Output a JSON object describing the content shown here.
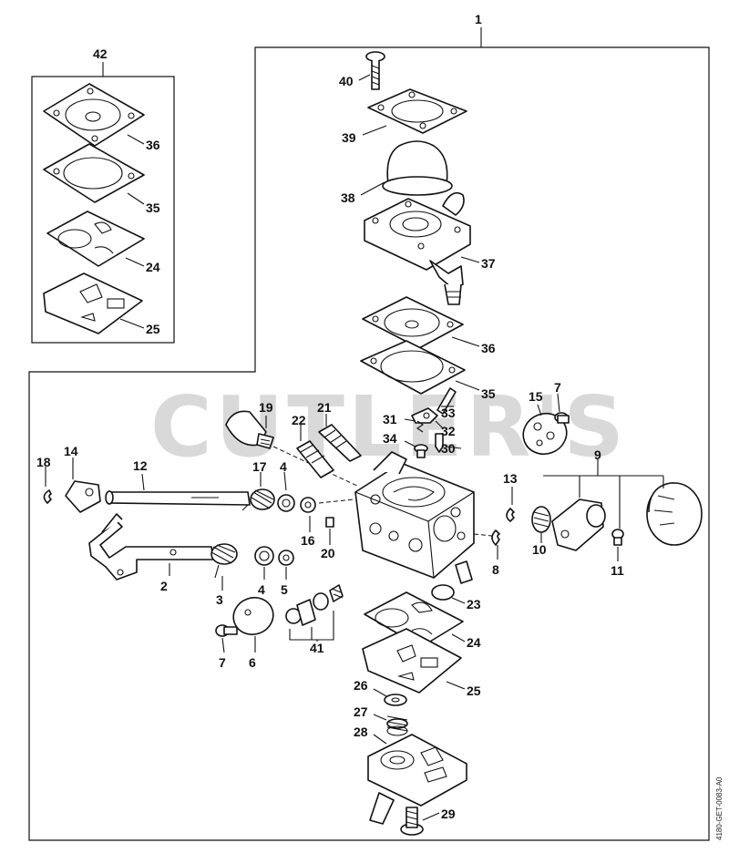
{
  "watermark": "CUTLER'S",
  "drawing_code": "4180-GET-0083-A0",
  "callouts": {
    "assembly": "1",
    "kit": "42",
    "kit_36": "36",
    "kit_35": "35",
    "kit_24": "24",
    "kit_25": "25",
    "p40": "40",
    "p39": "39",
    "p38": "38",
    "p37": "37",
    "p36": "36",
    "p35": "35",
    "p33": "33",
    "p32": "32",
    "p31": "31",
    "p30": "30",
    "p34": "34",
    "p15": "15",
    "p7a": "7",
    "p9": "9",
    "p13": "13",
    "p10": "10",
    "p11": "11",
    "p8": "8",
    "p19": "19",
    "p21": "21",
    "p22": "22",
    "p17": "17",
    "p4a": "4",
    "p12": "12",
    "p14": "14",
    "p18": "18",
    "p16": "16",
    "p20": "20",
    "p2": "2",
    "p3": "3",
    "p4b": "4",
    "p5": "5",
    "p7b": "7",
    "p6": "6",
    "p41": "41",
    "p23": "23",
    "p24": "24",
    "p25": "25",
    "p26": "26",
    "p27": "27",
    "p28": "28",
    "p29": "29"
  }
}
